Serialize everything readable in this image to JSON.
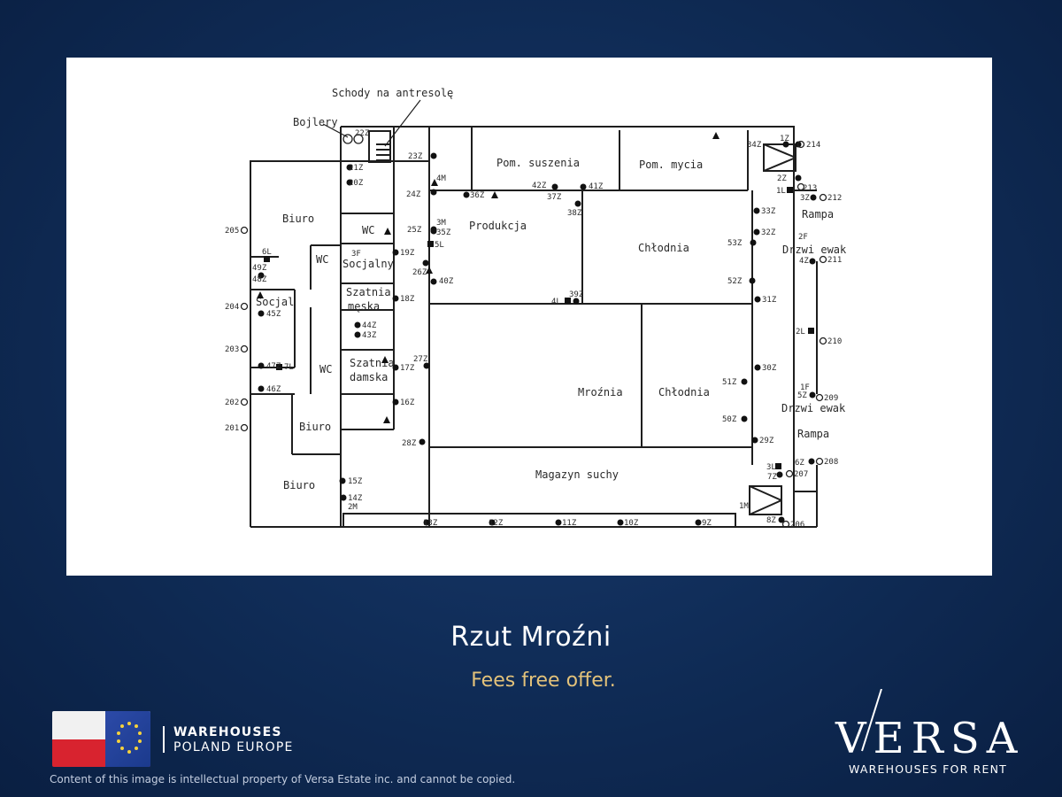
{
  "plan": {
    "rooms": {
      "stairs": "Schody na antresolę",
      "boilers": "Bojlery",
      "office_top_left": "Biuro",
      "wc_1": "WC",
      "wc_2": "WC",
      "wc_3": "WC",
      "social_1": "Socjalny",
      "social_2": "Socjal",
      "mens_locker_1": "Szatnia",
      "mens_locker_2": "męska",
      "womens_locker_1": "Szatnia",
      "womens_locker_2": "damska",
      "office_mid": "Biuro",
      "office_bottom": "Biuro",
      "drying": "Pom. suszenia",
      "washing": "Pom. mycia",
      "production": "Produkcja",
      "cold_room_1": "Chłodnia",
      "cold_room_2": "Chłodnia",
      "freezer": "Mroźnia",
      "dry_storage": "Magazyn suchy",
      "ramp_1": "Rampa",
      "ramp_2": "Rampa",
      "door_1": "Drzwi ewak",
      "door_2": "Drzwi ewak"
    },
    "markers": {
      "m22Z": "22Z",
      "m21Z": "21Z",
      "m20Z": "20Z",
      "m23Z": "23Z",
      "m4M": "4M",
      "m24Z": "24Z",
      "m36Z": "36Z",
      "m42Z": "42Z",
      "m37Z": "37Z",
      "m41Z": "41Z",
      "m38Z": "38Z",
      "m3M": "3M",
      "m25Z": "25Z",
      "m35Z": "35Z",
      "m5L": "5L",
      "m26Z": "26Z",
      "m40Z": "40Z",
      "m19Z": "19Z",
      "m18Z": "18Z",
      "m27Z": "27Z",
      "m17Z": "17Z",
      "m16Z": "16Z",
      "m28Z": "28Z",
      "m15Z": "15Z",
      "m14Z": "14Z",
      "m2M": "2M",
      "m13Z": "13Z",
      "m12Z": "12Z",
      "m11Z": "11Z",
      "m10Z": "10Z",
      "m9Z": "9Z",
      "m4L": "4L",
      "m39Z": "39Z",
      "m3F": "3F",
      "m44Z": "44Z",
      "m43Z": "43Z",
      "m6L": "6L",
      "m49Z": "49Z",
      "m48Z": "48Z",
      "m45Z": "45Z",
      "m47Z": "47Z",
      "m7L": "7L",
      "m46Z": "46Z",
      "m205": "205",
      "m204": "204",
      "m203": "203",
      "m202": "202",
      "m201": "201",
      "m34Z": "34Z",
      "m1Z": "1Z",
      "m214": "214",
      "m2Z": "2Z",
      "m1L": "1L",
      "m213": "213",
      "m3Z": "3Z",
      "m212": "212",
      "m33Z": "33Z",
      "m32Z": "32Z",
      "m53Z": "53Z",
      "m2F": "2F",
      "m4Z": "4Z",
      "m211": "211",
      "m52Z": "52Z",
      "m31Z": "31Z",
      "m2L": "2L",
      "m210": "210",
      "m30Z": "30Z",
      "m51Z": "51Z",
      "m1F": "1F",
      "m5Z": "5Z",
      "m209": "209",
      "m50Z": "50Z",
      "m29Z": "29Z",
      "m3L": "3L",
      "m6Z": "6Z",
      "m208": "208",
      "m7Z": "7Z",
      "m207": "207",
      "m1M": "1M",
      "m8Z": "8Z",
      "m206": "206"
    }
  },
  "title": "Rzut Mroźni",
  "subtitle": "Fees free offer.",
  "brand": {
    "line1": "WAREHOUSES",
    "line2": "POLAND EUROPE"
  },
  "copyright": "Content of this image is intellectual property of Versa Estate inc. and cannot be copied.",
  "logo": {
    "name": "VERSA",
    "tagline": "WAREHOUSES FOR RENT"
  },
  "colors": {
    "background": "#0f2b55",
    "accent": "#e3c27a",
    "panel": "#ffffff"
  }
}
